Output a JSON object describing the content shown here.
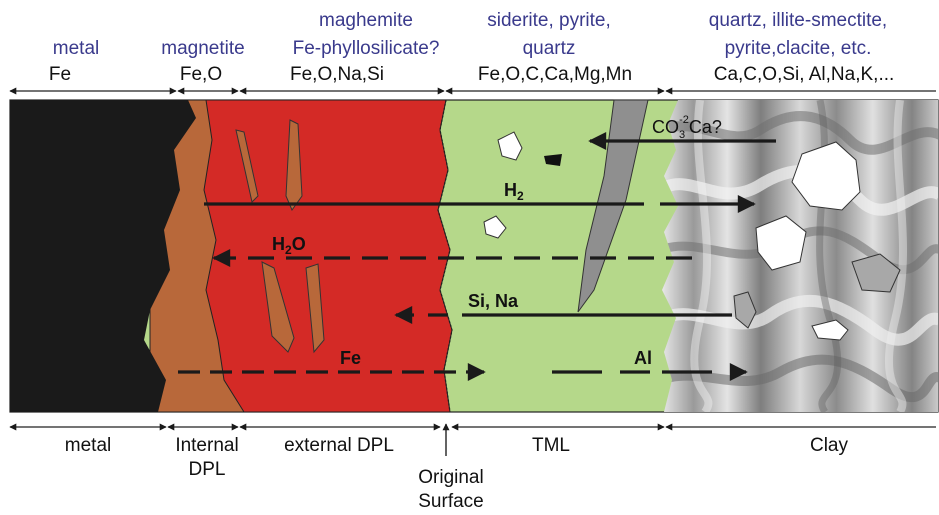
{
  "colors": {
    "metal": "#1a1a1a",
    "internal_dpl": "#b8683a",
    "external_dpl": "#d42a26",
    "tml": "#b5d88a",
    "clay_light": "#dcdcdc",
    "clay_dark": "#8a8a8a",
    "mineral_text": "#3a3a8c",
    "arrow": "#1a1a1a"
  },
  "columns": {
    "metal": {
      "mineral": [
        "metal"
      ],
      "elements": "Fe"
    },
    "internal_dpl": {
      "mineral": [
        "magnetite"
      ],
      "elements": "Fe,O"
    },
    "external_dpl": {
      "mineral": [
        "maghemite",
        "Fe-phyllosilicate?"
      ],
      "elements": "Fe,O,Na,Si"
    },
    "tml": {
      "mineral": [
        "siderite, pyrite,",
        "quartz"
      ],
      "elements": "Fe,O,C,Ca,Mg,Mn"
    },
    "clay": {
      "mineral": [
        "quartz, illite-smectite,",
        "pyrite,clacite, etc."
      ],
      "elements": "Ca,C,O,Si, Al,Na,K,..."
    }
  },
  "zones": {
    "metal": "metal",
    "internal_dpl": [
      "Internal",
      "DPL"
    ],
    "external_dpl": "external DPL",
    "original_surface": [
      "Original",
      "Surface"
    ],
    "tml": "TML",
    "clay": "Clay"
  },
  "fluxes": {
    "co3": {
      "main": "CO",
      "sub": "3",
      "sup": "-2",
      "tail": "Ca?",
      "style": "solid",
      "direction": "left"
    },
    "h2": {
      "main": "H",
      "sub": "2",
      "style": "solid",
      "direction": "right"
    },
    "h2o": {
      "main": "H",
      "sub": "2",
      "tail": "O",
      "style": "dashed",
      "direction": "left"
    },
    "si_na": {
      "label": "Si, Na",
      "style": "dashed",
      "direction": "left"
    },
    "fe": {
      "label": "Fe",
      "style": "dashed",
      "direction": "right"
    },
    "al": {
      "label": "Al",
      "style": "dashed",
      "direction": "right"
    }
  }
}
